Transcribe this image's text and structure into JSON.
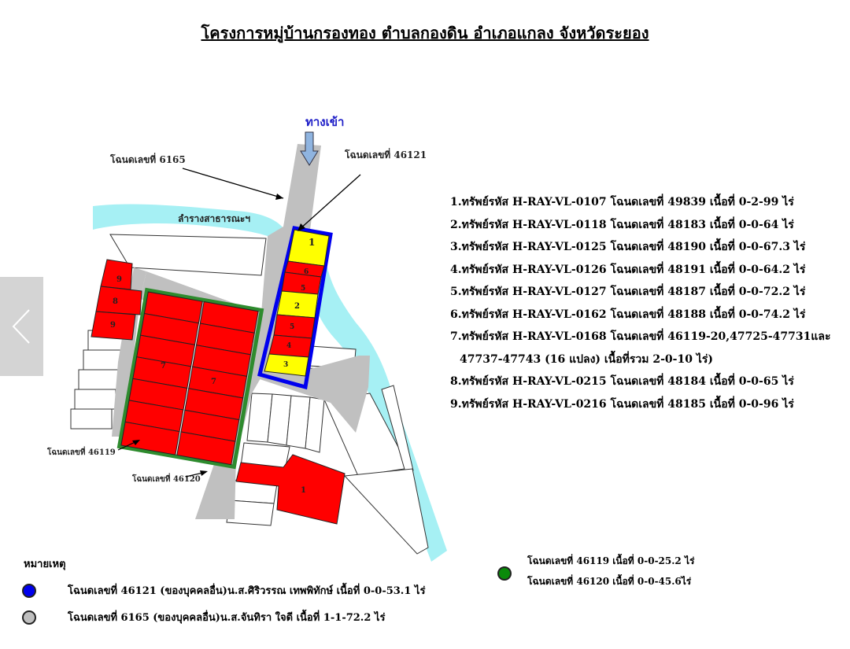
{
  "title": "โครงการหมู่บ้านกรองทอง ตำบลกองดิน อำเภอแกลง จังหวัดระยอง",
  "map": {
    "entrance_label": "ทางเข้า",
    "canal_label": "ลำรางสาธารณะฯ",
    "deed_6165_label": "โฉนดเลขที่ 6165",
    "deed_46121_label": "โฉนดเลขที่ 46121",
    "deed_46119_label": "โฉนดเลขที่ 46119",
    "deed_46120_label": "โฉนดเลขที่ 46120",
    "plot_numbers": [
      "1",
      "2",
      "3",
      "4",
      "5",
      "6",
      "7",
      "8",
      "9"
    ],
    "colors": {
      "canal": "#a6f0f4",
      "road": "#c0c0c0",
      "sold_plot": "#ff0000",
      "yellow_plot": "#ffff00",
      "deed_46121_outline": "#0000ee",
      "deed_46119_46120_outline": "#2e8b2e",
      "entrance_arrow": "#8fb4e0"
    }
  },
  "asset_list": [
    "1.ทรัพย์รหัส H-RAY-VL-0107 โฉนดเลขที่ 49839 เนื้อที่ 0-2-99 ไร่",
    "2.ทรัพย์รหัส H-RAY-VL-0118 โฉนดเลขที่ 48183 เนื้อที่ 0-0-64 ไร่",
    "3.ทรัพย์รหัส H-RAY-VL-0125 โฉนดเลขที่ 48190 เนื้อที่ 0-0-67.3 ไร่",
    "4.ทรัพย์รหัส H-RAY-VL-0126 โฉนดเลขที่ 48191 เนื้อที่ 0-0-64.2 ไร่",
    "5.ทรัพย์รหัส H-RAY-VL-0127 โฉนดเลขที่ 48187 เนื้อที่ 0-0-72.2 ไร่",
    "6.ทรัพย์รหัส H-RAY-VL-0162 โฉนดเลขที่ 48188 เนื้อที่ 0-0-74.2 ไร่",
    "7.ทรัพย์รหัส H-RAY-VL-0168 โฉนดเลขที่ 46119-20,47725-47731และ",
    "47737-47743 (16 แปลง) เนื้อที่รวม 2-0-10 ไร่)",
    "8.ทรัพย์รหัส H-RAY-VL-0215 โฉนดเลขที่ 48184 เนื้อที่ 0-0-65 ไร่",
    "9.ทรัพย์รหัส H-RAY-VL-0216 โฉนดเลขที่ 48185 เนื้อที่ 0-0-96 ไร่"
  ],
  "legend": {
    "title": "หมายเหตุ",
    "blue_text": "โฉนดเลขที่ 46121 (ของบุคคลอื่น)น.ส.ศิริวรรณ เทพพิทักษ์ เนื้อที่ 0-0-53.1 ไร่",
    "gray_text": "โฉนดเลขที่ 6165 (ของบุคคลอื่น)น.ส.จันทิรา ใจดี เนื้อที่ 1-1-72.2 ไร่",
    "green_text_1": "โฉนดเลขที่ 46119 เนื้อที่ 0-0-25.2 ไร่",
    "green_text_2": "โฉนดเลขที่ 46120 เนื้อที่ 0-0-45.6ไร่",
    "blue_color": "#0000ee",
    "gray_color": "#bfbfbf",
    "green_color": "#0a8a0a"
  }
}
